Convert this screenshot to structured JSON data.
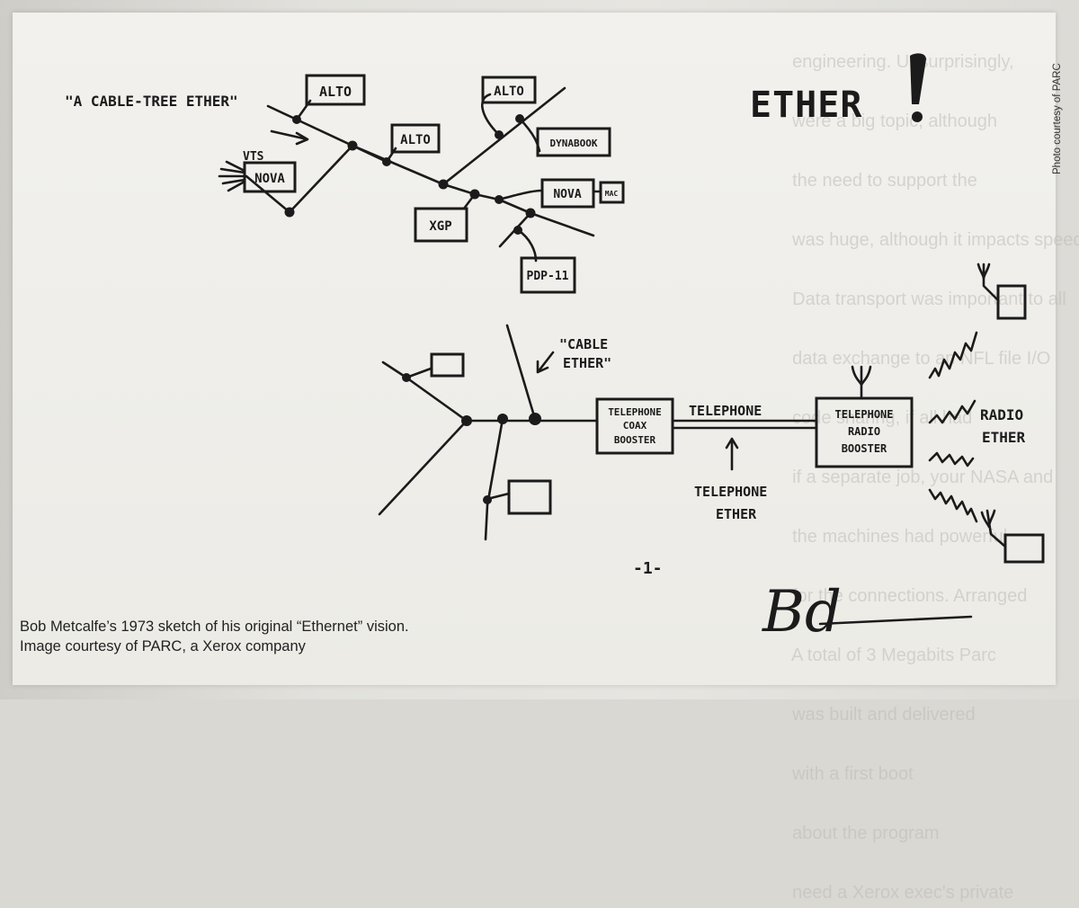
{
  "sketch": {
    "label_cable_tree": "\"A CABLE-TREE ETHER\"",
    "label_vts": "VTS",
    "label_cable_ether_1": "\"CABLE",
    "label_cable_ether_2": "ETHER\"",
    "title": "ETHER",
    "nodes": {
      "alto_1": "ALTO",
      "alto_2": "ALTO",
      "alto_3": "ALTO",
      "nova_1": "NOVA",
      "nova_2": "NOVA",
      "dynabook": "DYNABOOK",
      "mac": "MAC",
      "xgp": "XGP",
      "pdp11": "PDP-11"
    },
    "telephone_coax_booster": [
      "TELEPHONE",
      "COAX",
      "BOOSTER"
    ],
    "telephone_line": "TELEPHONE",
    "telephone_radio_booster": [
      "TELEPHONE",
      "RADIO",
      "BOOSTER"
    ],
    "telephone_ether": [
      "TELEPHONE",
      "ETHER"
    ],
    "radio_ether": [
      "RADIO",
      "ETHER"
    ],
    "page_number": "-1-",
    "signature": "Bd"
  },
  "caption": {
    "line1": "Bob Metcalfe’s 1973 sketch of his original “Ethernet” vision.",
    "line2": "Image courtesy of PARC, a Xerox company"
  },
  "credit": "Photo courtesy of PARC",
  "background_text": [
    "engineering. Unsurprisingly,",
    "were a big topic, although",
    "the need to support the",
    "was huge, although it impacts speed.",
    "Data transport was important to all",
    "data exchange to an NFL file I/O",
    "code sharing, if all had",
    "if a separate job, your NASA and",
    "the machines had powerful",
    "for the connections. Arranged",
    "A total of 3 Megabits Parc",
    "was built and delivered",
    "with a first boot",
    "about the program",
    "need a Xerox exec's private"
  ]
}
